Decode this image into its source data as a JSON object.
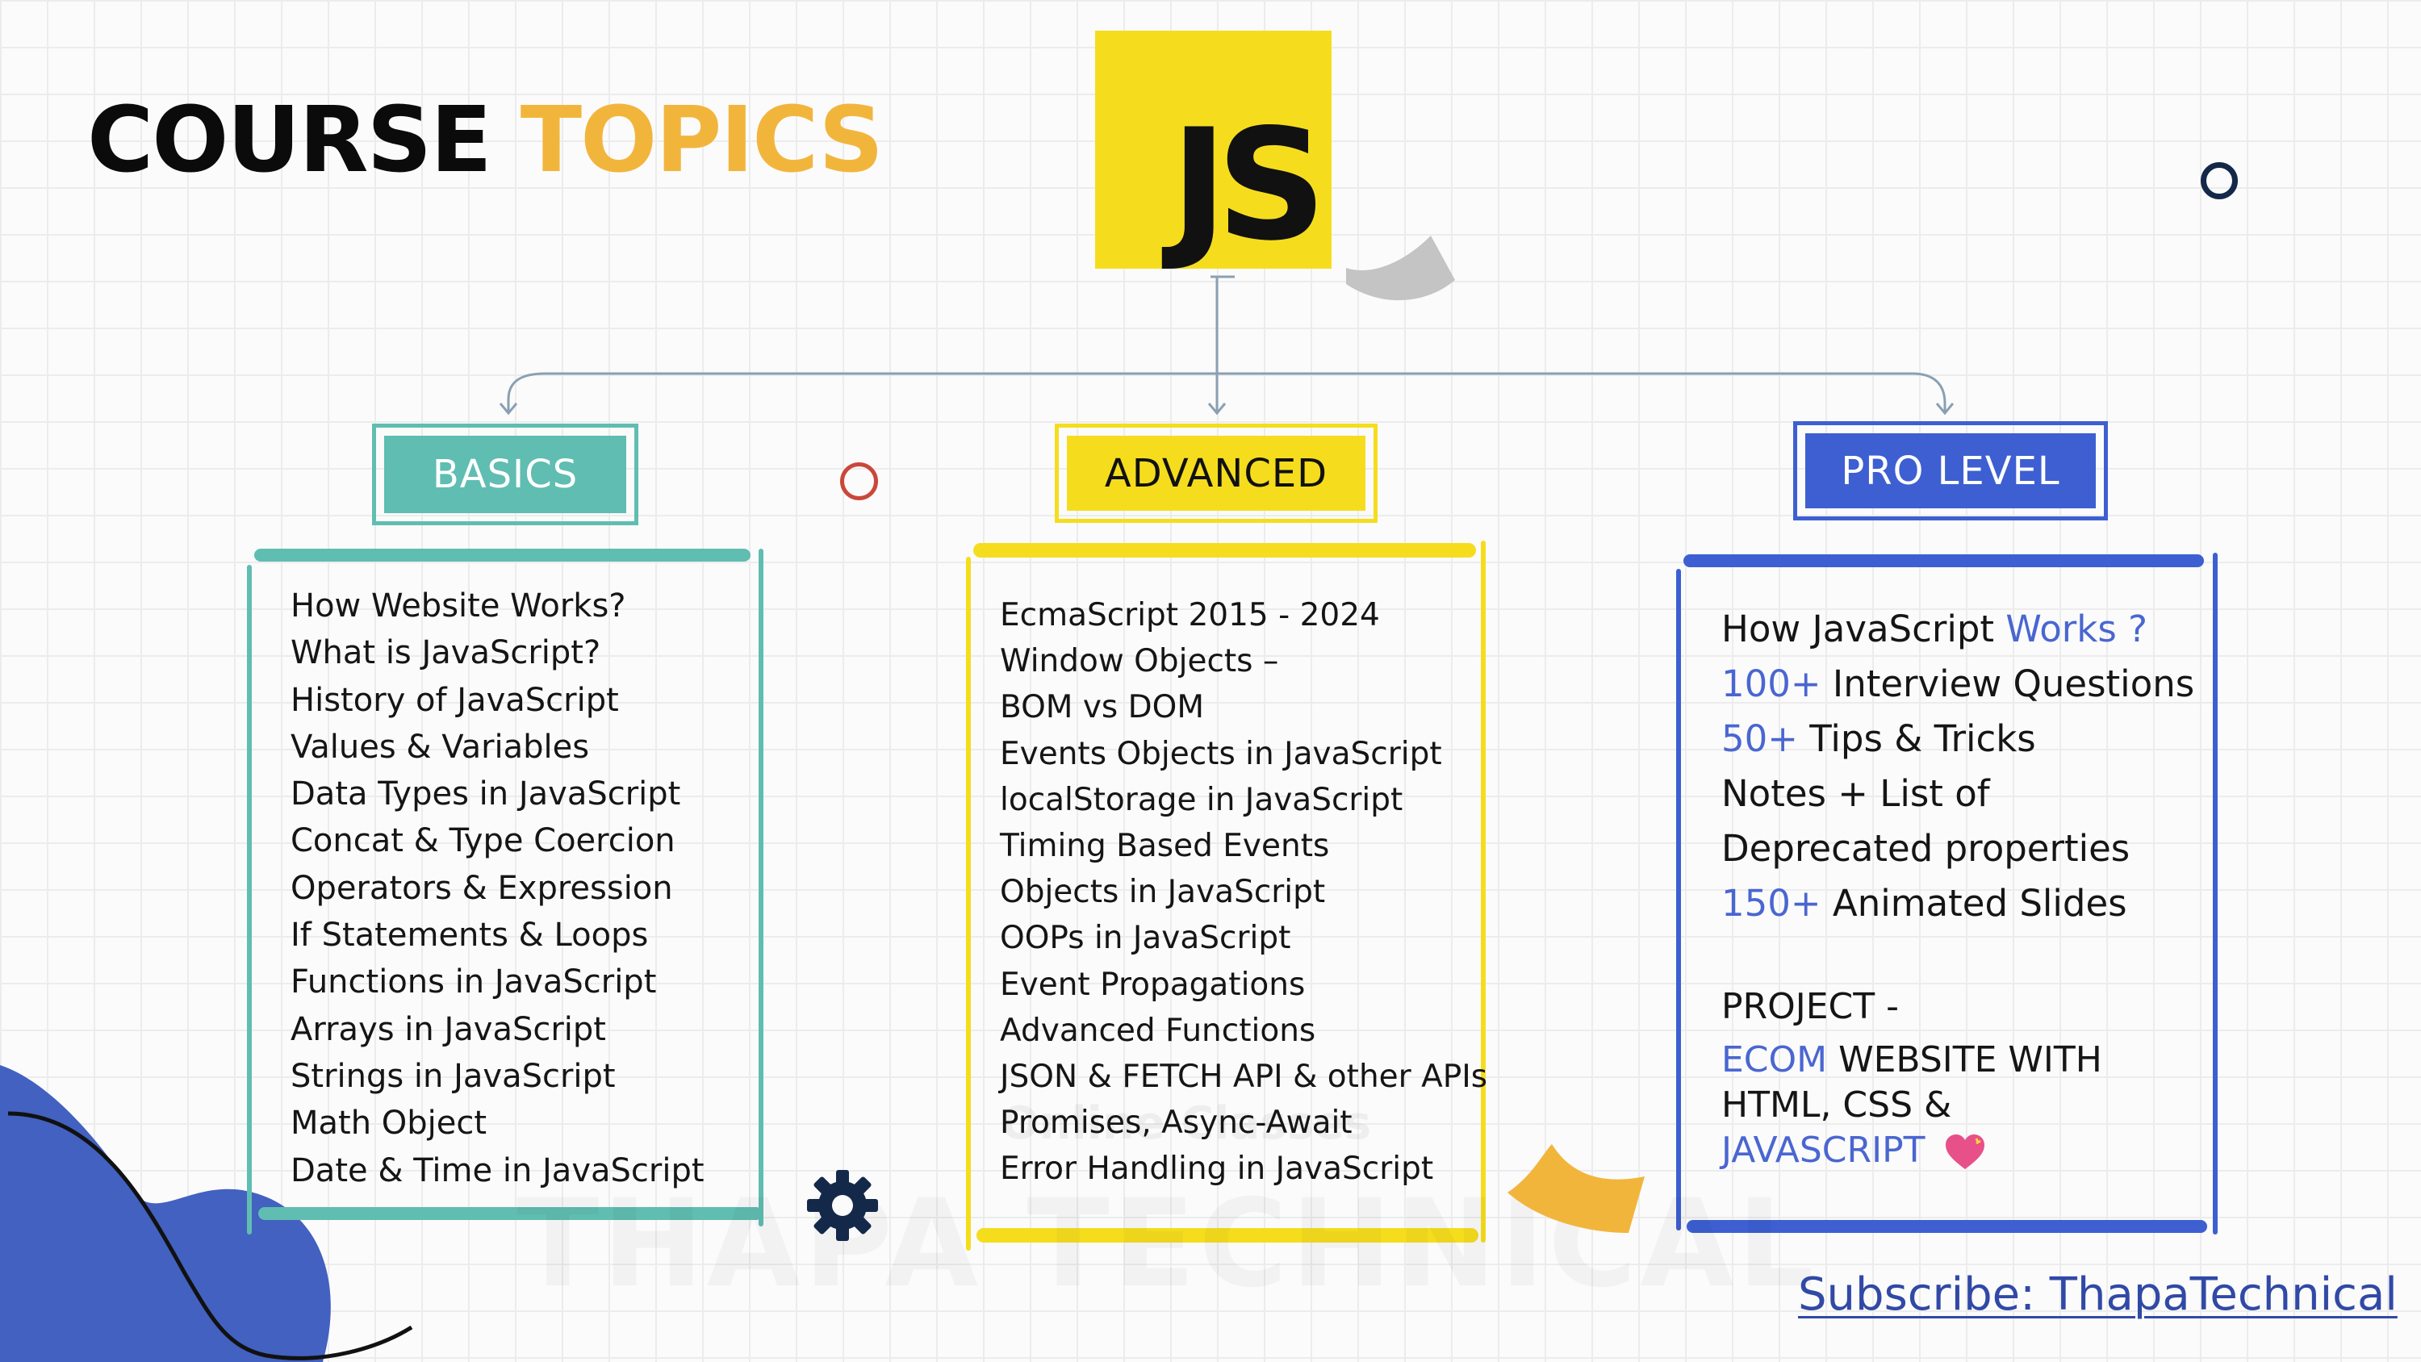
{
  "title": {
    "word1": "COURSE",
    "word2": "TOPICS"
  },
  "logo": {
    "text": "JS"
  },
  "sections": {
    "basics": {
      "header": "BASICS",
      "items": [
        "How Website Works?",
        "What is JavaScript?",
        "History of JavaScript",
        "Values & Variables",
        "Data Types in JavaScript",
        "Concat & Type Coercion",
        "Operators & Expression",
        "If Statements & Loops",
        "Functions in JavaScript",
        "Arrays in JavaScript",
        "Strings in JavaScript",
        "Math Object",
        "Date & Time in JavaScript"
      ]
    },
    "advanced": {
      "header": "ADVANCED",
      "items": [
        "EcmaScript 2015 - 2024",
        "Window Objects –",
        "BOM vs DOM",
        "Events Objects in JavaScript",
        "localStorage in JavaScript",
        "Timing Based Events",
        "Objects in JavaScript",
        "OOPs in JavaScript",
        "Event Propagations",
        "Advanced Functions",
        "JSON & FETCH API & other APIs",
        "Promises, Async-Await",
        "Error Handling in JavaScript"
      ]
    },
    "pro": {
      "header": "PRO LEVEL",
      "line1": {
        "text": "How JavaScript",
        "highlight": "Works ?"
      },
      "line2": {
        "highlight": "100+",
        "text": "Interview Questions"
      },
      "line3": {
        "highlight": "50+",
        "text": "Tips & Tricks"
      },
      "line4": "Notes + List of",
      "line5": "Deprecated properties",
      "line6": {
        "highlight": "150+",
        "text": "Animated Slides"
      },
      "project_title": "PROJECT -",
      "project_line1": {
        "highlight": "ECOM",
        "text": "WEBSITE WITH"
      },
      "project_line2": "HTML, CSS &",
      "project_line3": "JAVASCRIPT"
    }
  },
  "watermark": {
    "main": "THAPA TECHNICAL",
    "sub": "Online Classes"
  },
  "footer": {
    "subscribe": "Subscribe: ThapaTechnical"
  },
  "colors": {
    "basics": "#60bdb1",
    "advanced": "#f5dd1e",
    "pro": "#3d5fd2",
    "title_accent": "#f2b53c",
    "link": "#3149a6"
  }
}
